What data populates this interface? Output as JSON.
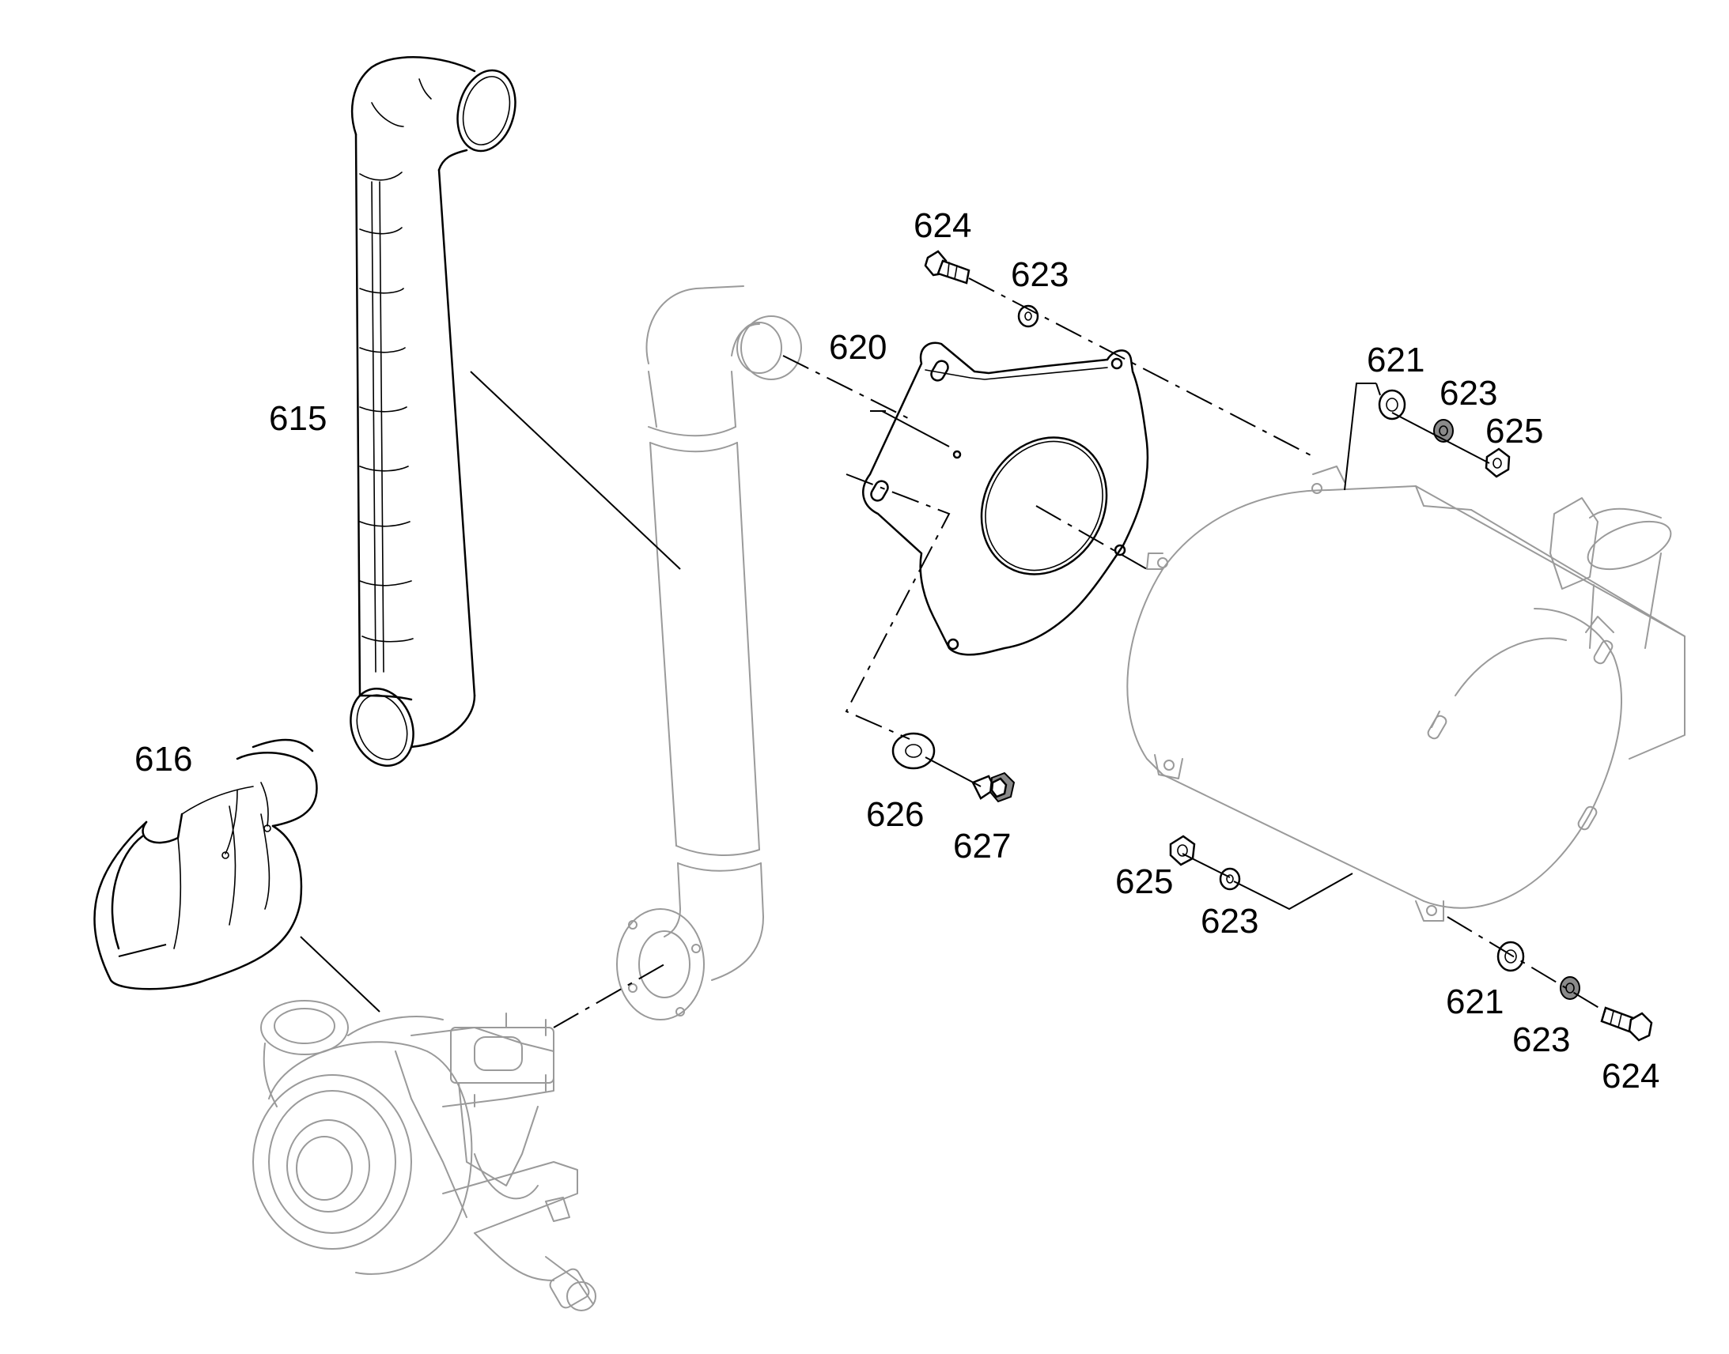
{
  "callouts": {
    "c615": "615",
    "c616": "616",
    "c620": "620",
    "c621_top": "621",
    "c621_bottom": "621",
    "c623_topleft": "623",
    "c623_topright": "623",
    "c623_mid": "623",
    "c623_bottom": "623",
    "c624_top": "624",
    "c624_bottom": "624",
    "c625_top": "625",
    "c625_mid": "625",
    "c626": "626",
    "c627": "627"
  }
}
